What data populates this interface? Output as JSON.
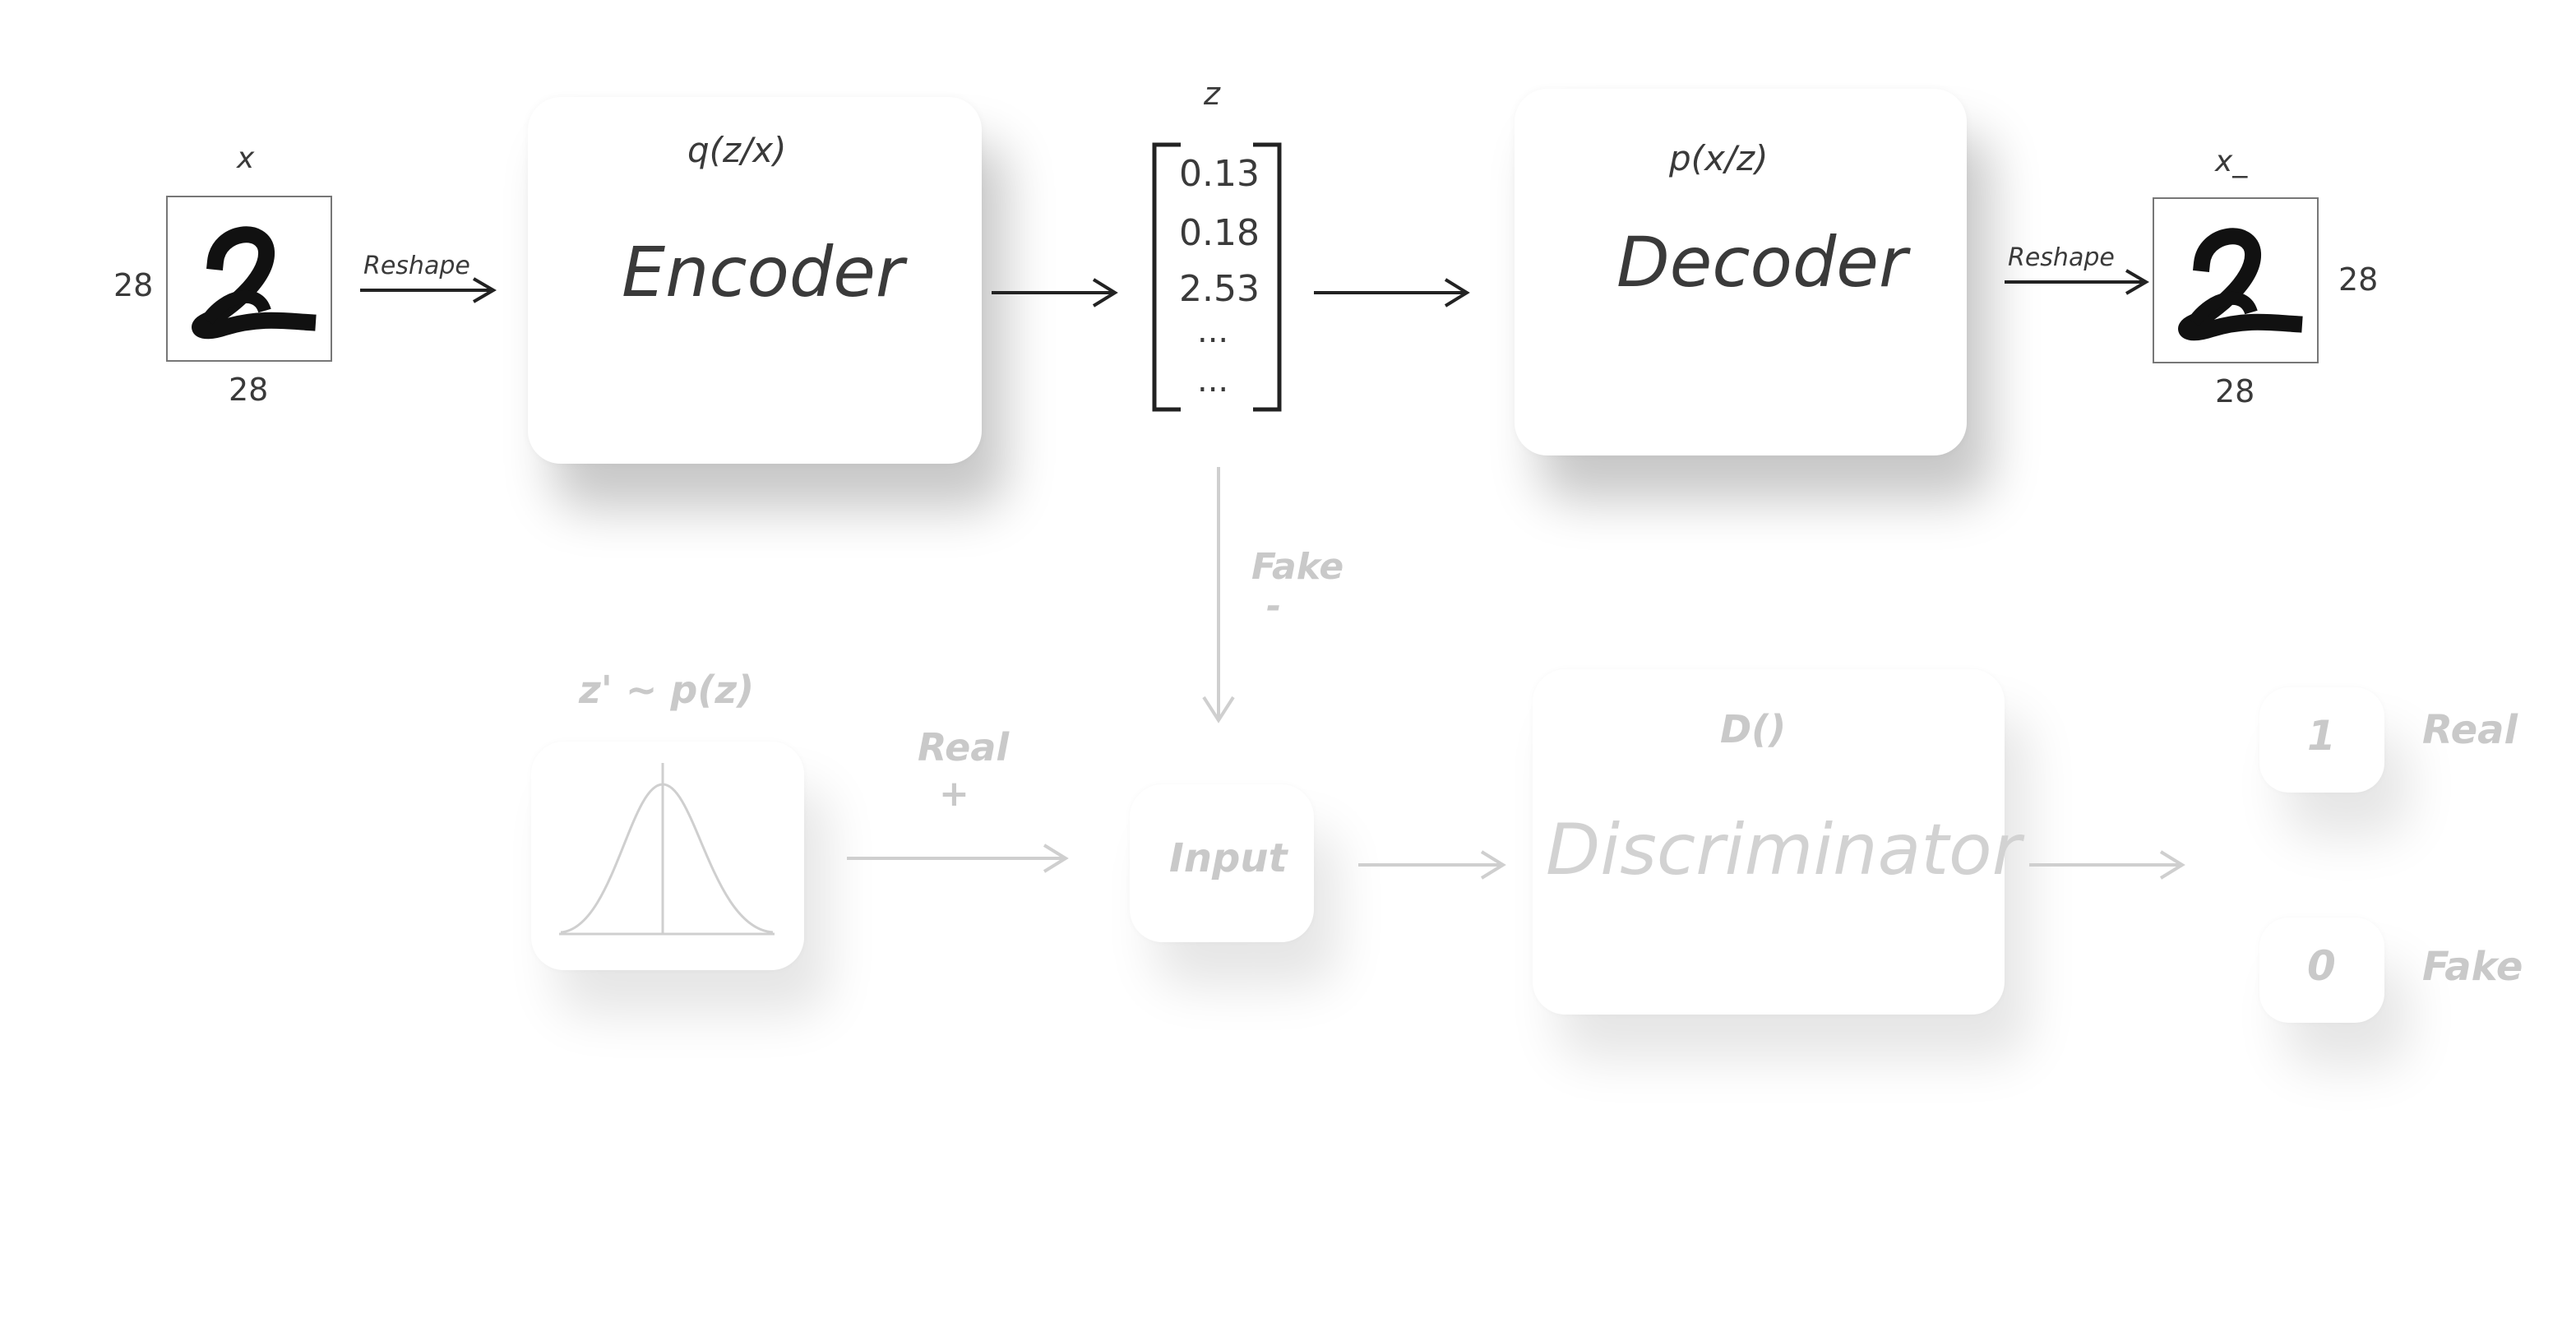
{
  "input_image": {
    "label": "x",
    "height_label": "28",
    "width_label": "28"
  },
  "reshape_in": {
    "label": "Reshape"
  },
  "encoder": {
    "formula": "q(z/x)",
    "title": "Encoder"
  },
  "latent": {
    "label": "z",
    "values": [
      "0.13",
      "0.18",
      "2.53",
      "...",
      "..."
    ]
  },
  "decoder": {
    "formula": "p(x/z)",
    "title": "Decoder"
  },
  "reshape_out": {
    "label": "Reshape"
  },
  "output_image": {
    "label": "x_",
    "height_label": "28",
    "width_label": "28"
  },
  "fake_arrow": {
    "label": "Fake",
    "sign": "-"
  },
  "prior": {
    "label": "z' ~ p(z)"
  },
  "real_arrow": {
    "label": "Real",
    "sign": "+"
  },
  "input_node": {
    "label": "Input"
  },
  "discriminator": {
    "formula": "D()",
    "title": "Discriminator"
  },
  "outputs": [
    {
      "value": "1",
      "label": "Real"
    },
    {
      "value": "0",
      "label": "Fake"
    }
  ],
  "colors": {
    "dark_text": "#3a3a3a",
    "faded_text": "#c9c9c9",
    "arrow_dark": "#222222",
    "arrow_faded": "#cfcfcf"
  }
}
